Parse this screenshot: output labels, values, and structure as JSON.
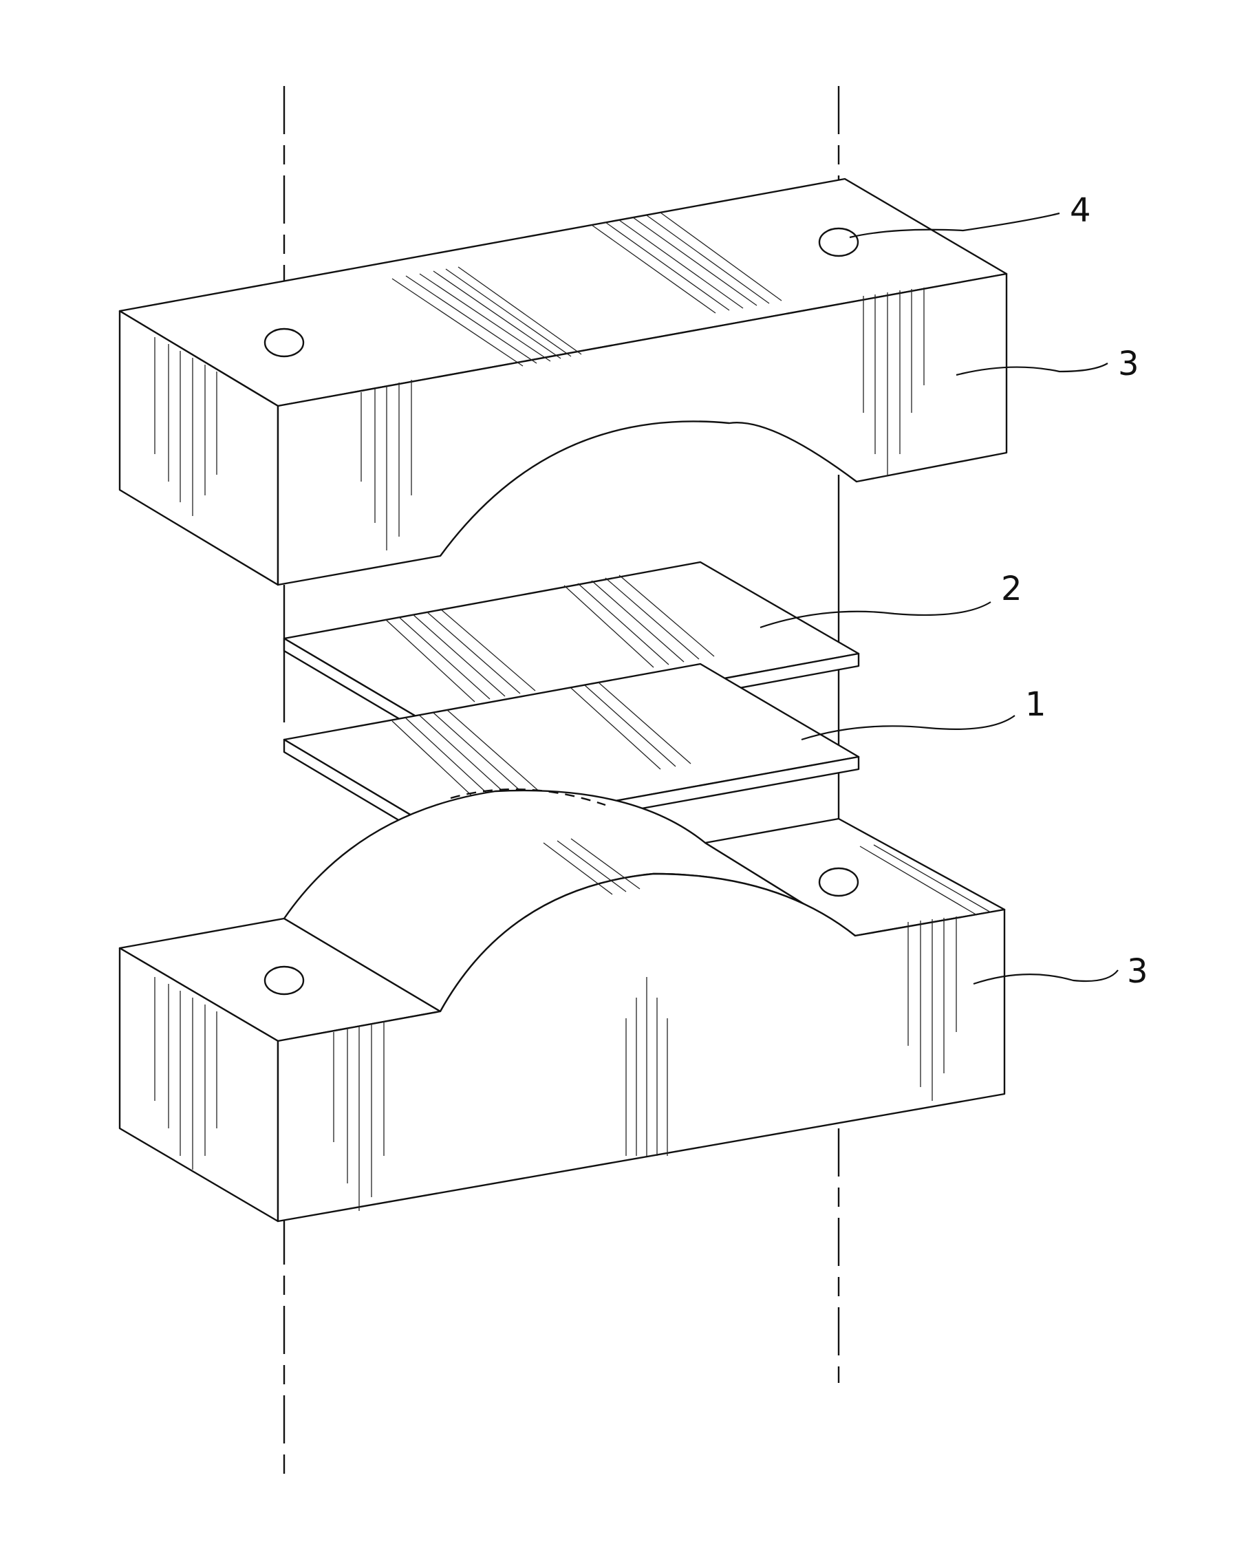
{
  "figure": {
    "labels": {
      "first_plate": "1",
      "second_plate": "2",
      "upper_block": "3",
      "lower_block": "3",
      "hole": "4"
    }
  }
}
